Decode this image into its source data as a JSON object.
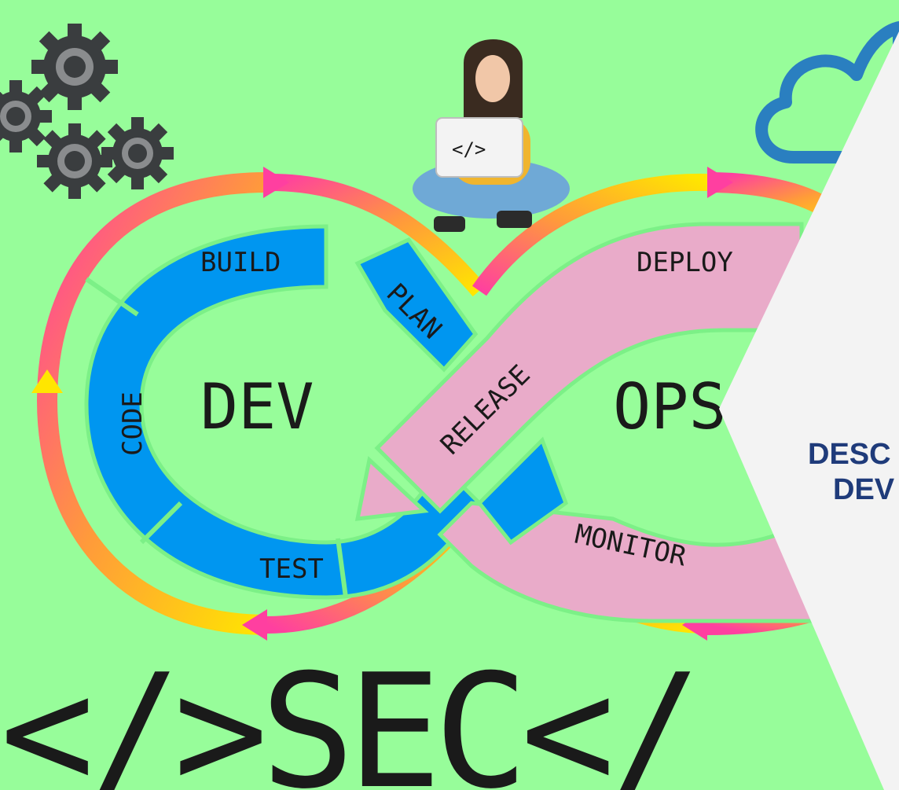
{
  "colors": {
    "background": "#97fd9a",
    "dev_loop": "#0096f0",
    "ops_loop": "#e9abc9",
    "outline": "#7cf087",
    "gear": "#3a3d3f",
    "cloud": "#2a7fc0",
    "panel": "#f3f3f3",
    "panel_text": "#1f3b7a",
    "ink": "#1a1a1a"
  },
  "center": {
    "dev": "DEV",
    "ops": "OPS"
  },
  "stages": {
    "build": "BUILD",
    "plan": "PLAN",
    "code": "CODE",
    "test": "TEST",
    "release": "RELEASE",
    "deploy": "DEPLOY",
    "monitor": "MONITOR"
  },
  "laptop_code": "</>",
  "footer_text": "</>SEC</",
  "panel_text": {
    "line1": "DESC",
    "line2": "DEV"
  },
  "icons": [
    "gear-icon",
    "cloud-icon",
    "developer-figure",
    "laptop-icon"
  ]
}
